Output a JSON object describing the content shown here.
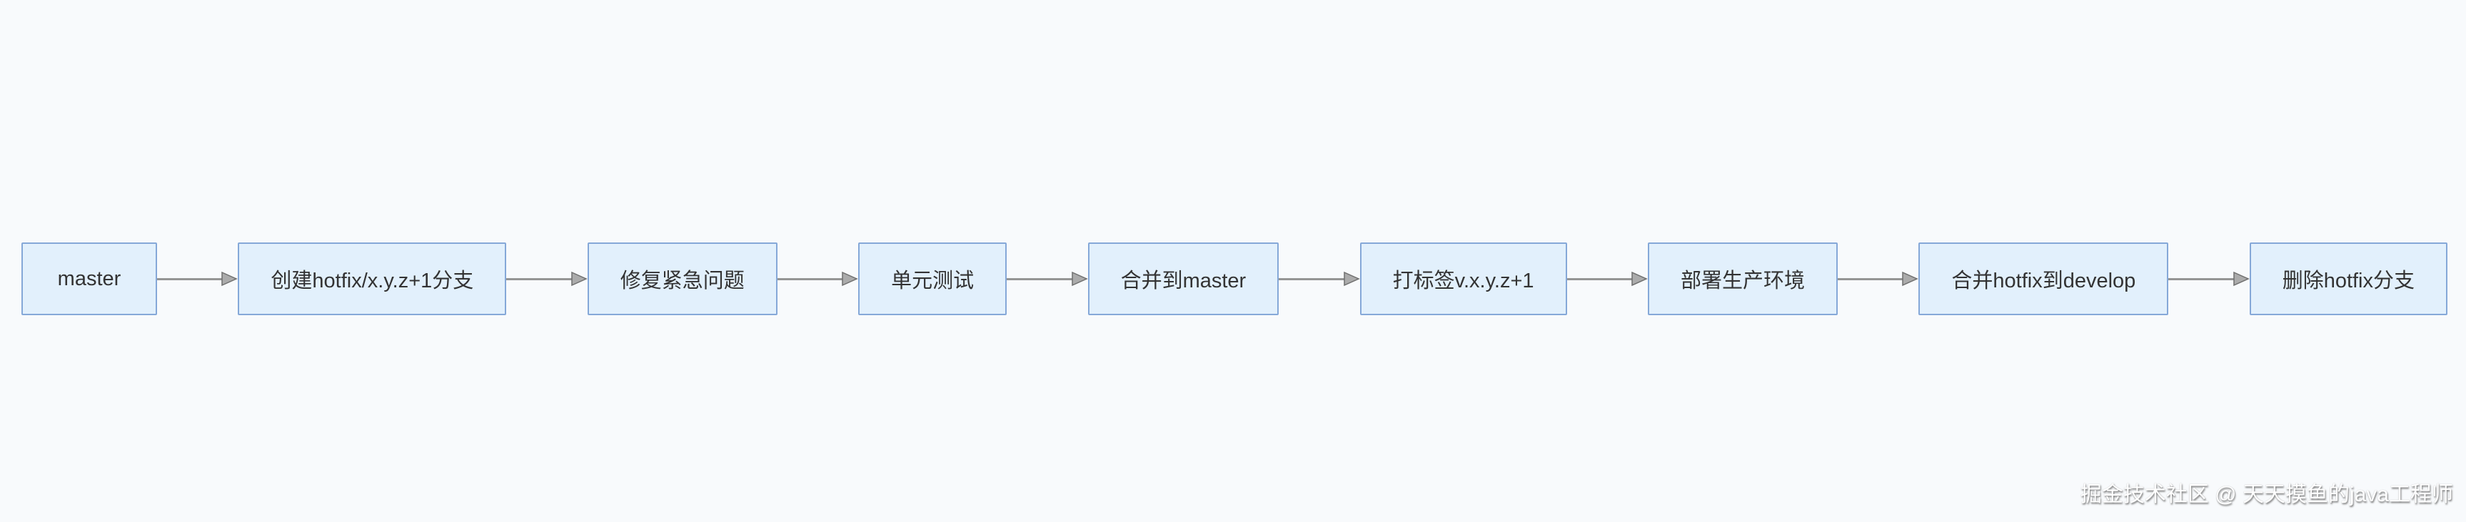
{
  "page": {
    "background_color": "#f8fafc"
  },
  "flowchart": {
    "type": "flow",
    "direction": "left-to-right",
    "node_fill_color": "#e2f0fc",
    "node_border_color": "#85a8d8",
    "node_text_color": "#333333",
    "arrow_color": "#959595",
    "nodes": [
      {
        "label": "master"
      },
      {
        "label": "创建hotfix/x.y.z+1分支"
      },
      {
        "label": "修复紧急问题"
      },
      {
        "label": "单元测试"
      },
      {
        "label": "合并到master"
      },
      {
        "label": "打标签v.x.y.z+1"
      },
      {
        "label": "部署生产环境"
      },
      {
        "label": "合并hotfix到develop"
      },
      {
        "label": "删除hotfix分支"
      }
    ]
  },
  "watermark": {
    "text": "掘金技术社区 @ 天天摸鱼的java工程师"
  }
}
